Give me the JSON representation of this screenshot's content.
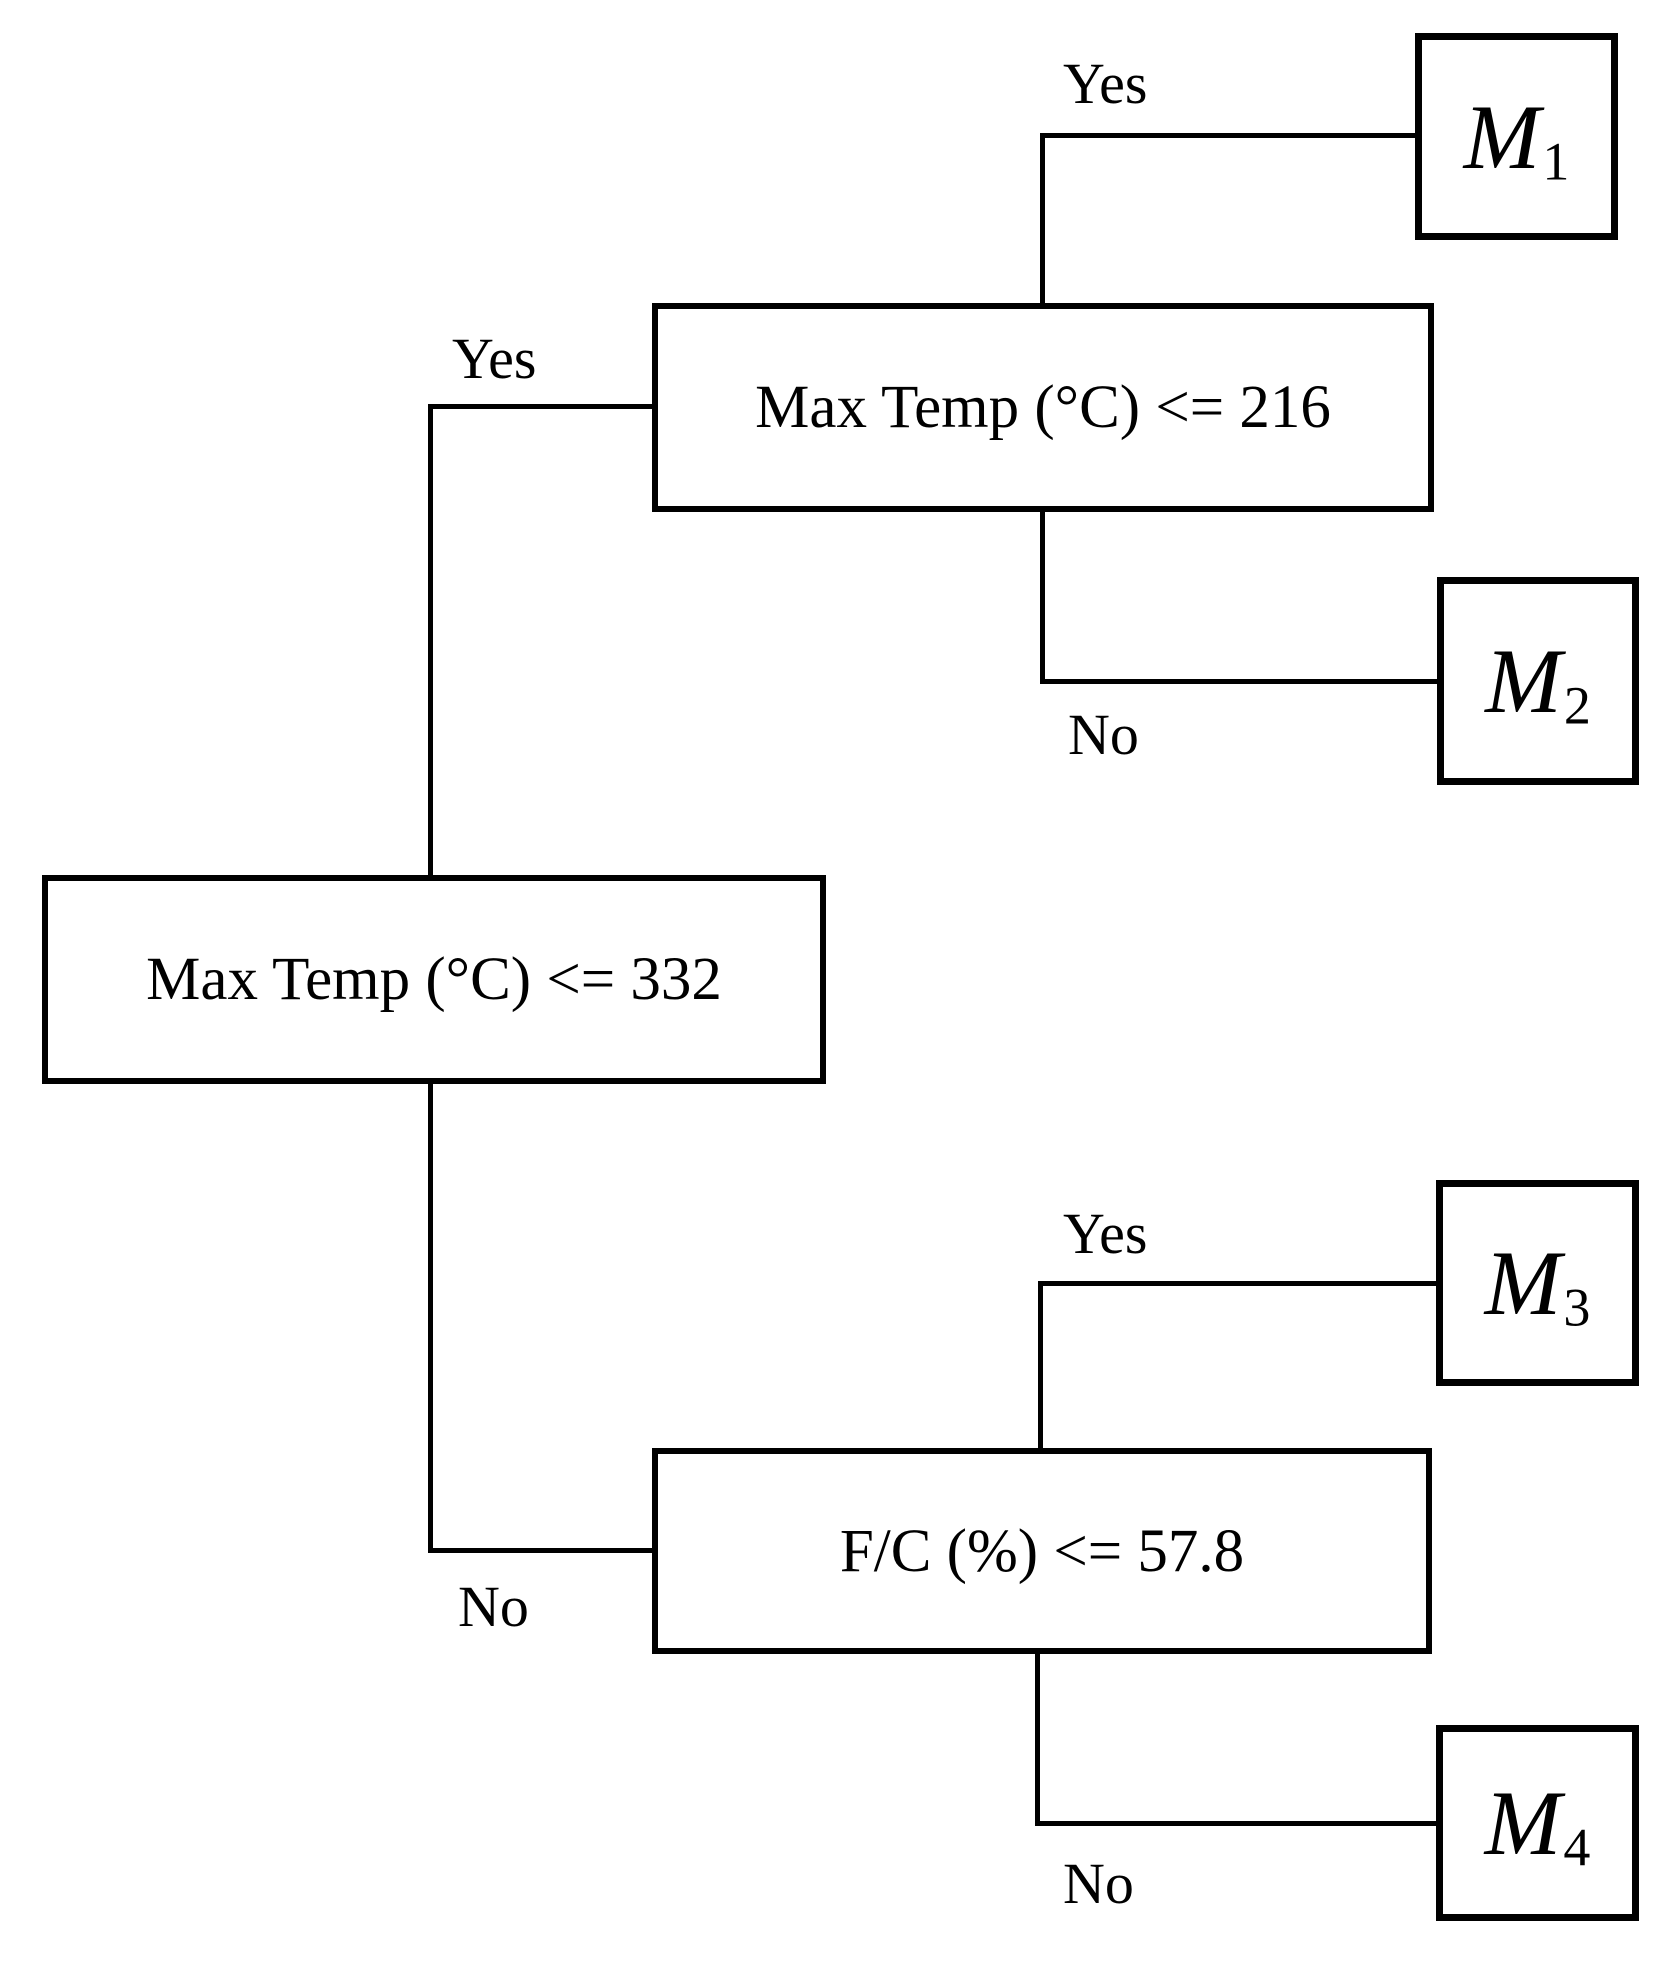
{
  "figure": {
    "colors": {
      "background": "#ffffff",
      "line": "#000000",
      "text": "#000000"
    }
  },
  "tree": {
    "root": {
      "condition": "Max Temp (°C) <= 332"
    },
    "yes_branch": {
      "condition": "Max Temp (°C) <= 216",
      "yes_leaf": {
        "main": "M",
        "sub": "1"
      },
      "no_leaf": {
        "main": "M",
        "sub": "2"
      }
    },
    "no_branch": {
      "condition": "F/C (%) <= 57.8",
      "yes_leaf": {
        "main": "M",
        "sub": "3"
      },
      "no_leaf": {
        "main": "M",
        "sub": "4"
      }
    },
    "edge_labels": {
      "yes": "Yes",
      "no": "No"
    }
  }
}
